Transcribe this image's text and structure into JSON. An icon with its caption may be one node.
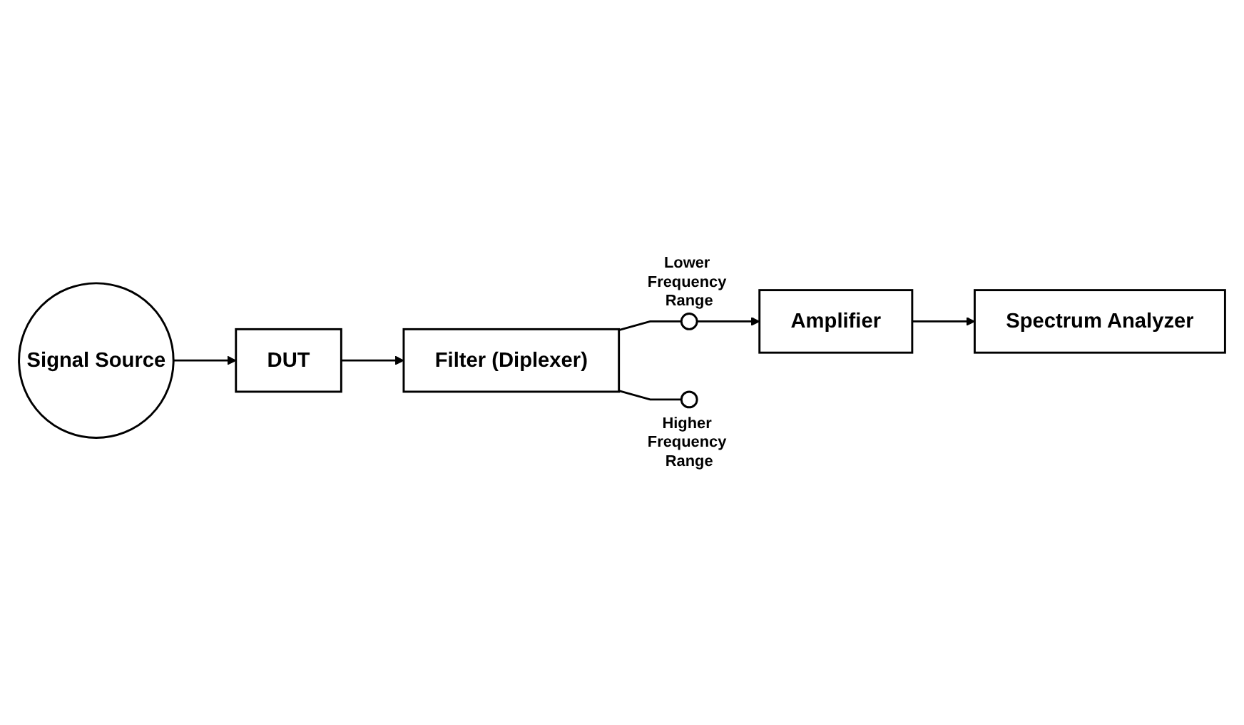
{
  "diagram": {
    "nodes": [
      {
        "text": [
          "Signal Source"
        ]
      },
      {
        "text": [
          "DUT"
        ]
      },
      {
        "text": [
          "Filter (Diplexer)"
        ]
      },
      {
        "text": [],
        "shape": "circle",
        "beside": [
          "Lower Frequency Range"
        ]
      },
      {
        "text": [],
        "shape": "circle",
        "beside": [
          "Higher Frequency Range"
        ]
      },
      {
        "text": [
          "Spectrum Analyzer"
        ]
      },
      {
        "text": [
          "Amplifier"
        ]
      }
    ],
    "edges": [
      {
        "from": 0,
        "to": 1,
        "arrow": "to"
      },
      {
        "from": 1,
        "to": 2,
        "arrow": "to"
      },
      {
        "from": 2,
        "to": 3,
        "arrow": "none"
      },
      {
        "from": 2,
        "to": 4,
        "arrow": "none"
      },
      {
        "from": 3,
        "to": 6,
        "arrow": "to"
      },
      {
        "from": 6,
        "to": 5,
        "arrow": "to"
      }
    ]
  }
}
